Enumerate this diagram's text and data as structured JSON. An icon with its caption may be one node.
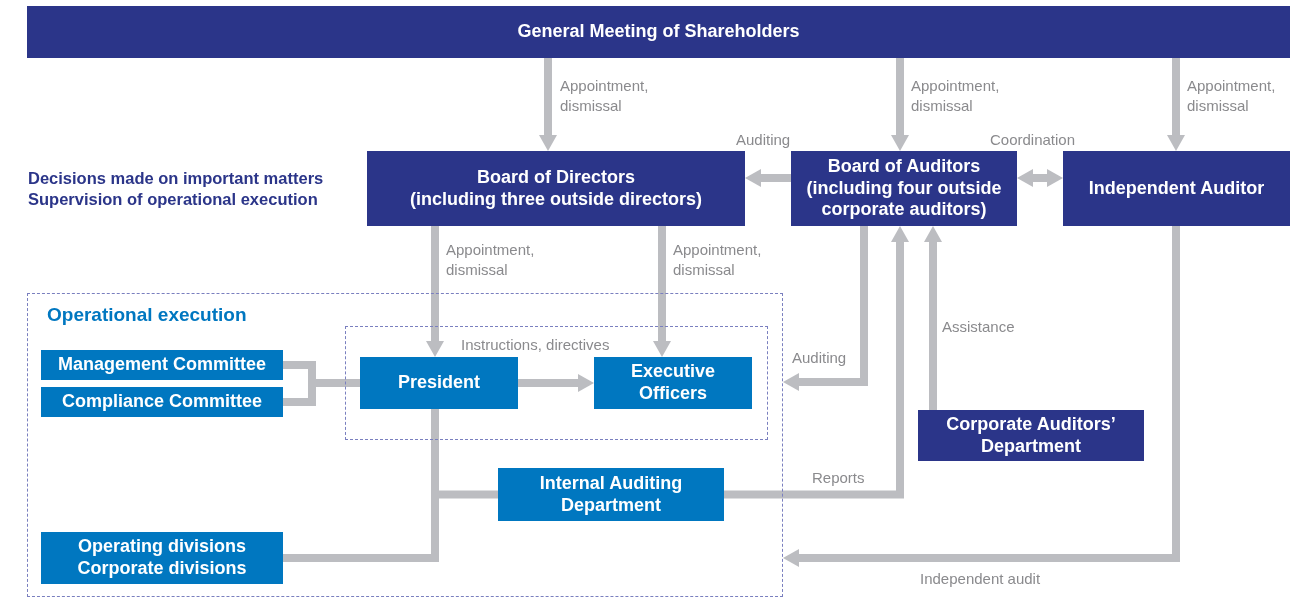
{
  "diagram": {
    "nodes": [
      {
        "text": [
          "General Meeting of Shareholders"
        ]
      },
      {
        "text": [
          "Board of Directors",
          "(including three outside directors)"
        ],
        "beside": [
          "Decisions made on important matters",
          "Supervision of operational execution"
        ]
      },
      {
        "text": [
          "Board of Auditors (including four outside corporate auditors)"
        ]
      },
      {
        "text": [
          "Independent Auditor"
        ]
      },
      {
        "text": [
          "Operational execution"
        ]
      },
      {
        "text": [],
        "shape": "box",
        "in": 4
      },
      {
        "text": [
          "Management Committee"
        ],
        "in": 4
      },
      {
        "text": [
          "Compliance Committee"
        ],
        "in": 4
      },
      {
        "text": [
          "President"
        ],
        "in": 5
      },
      {
        "text": [
          "Executive Officers"
        ],
        "in": 5
      },
      {
        "text": [
          "Internal Auditing Department"
        ],
        "in": 4
      },
      {
        "text": [
          "Operating divisions",
          "Corporate divisions"
        ],
        "in": 4
      },
      {
        "text": [
          "Corporate Auditors’ Department"
        ]
      }
    ],
    "edges": [
      {
        "from": 0,
        "to": 1,
        "arrow": "to",
        "label": "Appointment, dismissal"
      },
      {
        "from": 0,
        "to": 2,
        "arrow": "to",
        "label": "Appointment, dismissal"
      },
      {
        "from": 0,
        "to": 3,
        "arrow": "to",
        "label": "Appointment, dismissal"
      },
      {
        "from": 2,
        "to": 1,
        "arrow": "to",
        "label": "Auditing"
      },
      {
        "from": 2,
        "to": 3,
        "arrow": "both",
        "label": "Coordination"
      },
      {
        "from": 1,
        "to": 8,
        "arrow": "to",
        "label": "Appointment, dismissal"
      },
      {
        "from": 1,
        "to": 9,
        "arrow": "to",
        "label": "Appointment, dismissal"
      },
      {
        "from": 8,
        "to": 9,
        "arrow": "to",
        "label": "Instructions, directives"
      },
      {
        "from": 6,
        "to": 8,
        "arrow": "none"
      },
      {
        "from": 7,
        "to": 8,
        "arrow": "none"
      },
      {
        "from": 8,
        "to": 10,
        "arrow": "none"
      },
      {
        "from": 8,
        "to": 11,
        "arrow": "none"
      },
      {
        "from": 2,
        "to": 4,
        "arrow": "to",
        "label": "Auditing"
      },
      {
        "from": 10,
        "to": 2,
        "arrow": "to",
        "label": "Reports"
      },
      {
        "from": 12,
        "to": 2,
        "arrow": "to",
        "label": "Assistance"
      },
      {
        "from": 3,
        "to": 4,
        "arrow": "to",
        "label": "Independent audit"
      }
    ]
  }
}
